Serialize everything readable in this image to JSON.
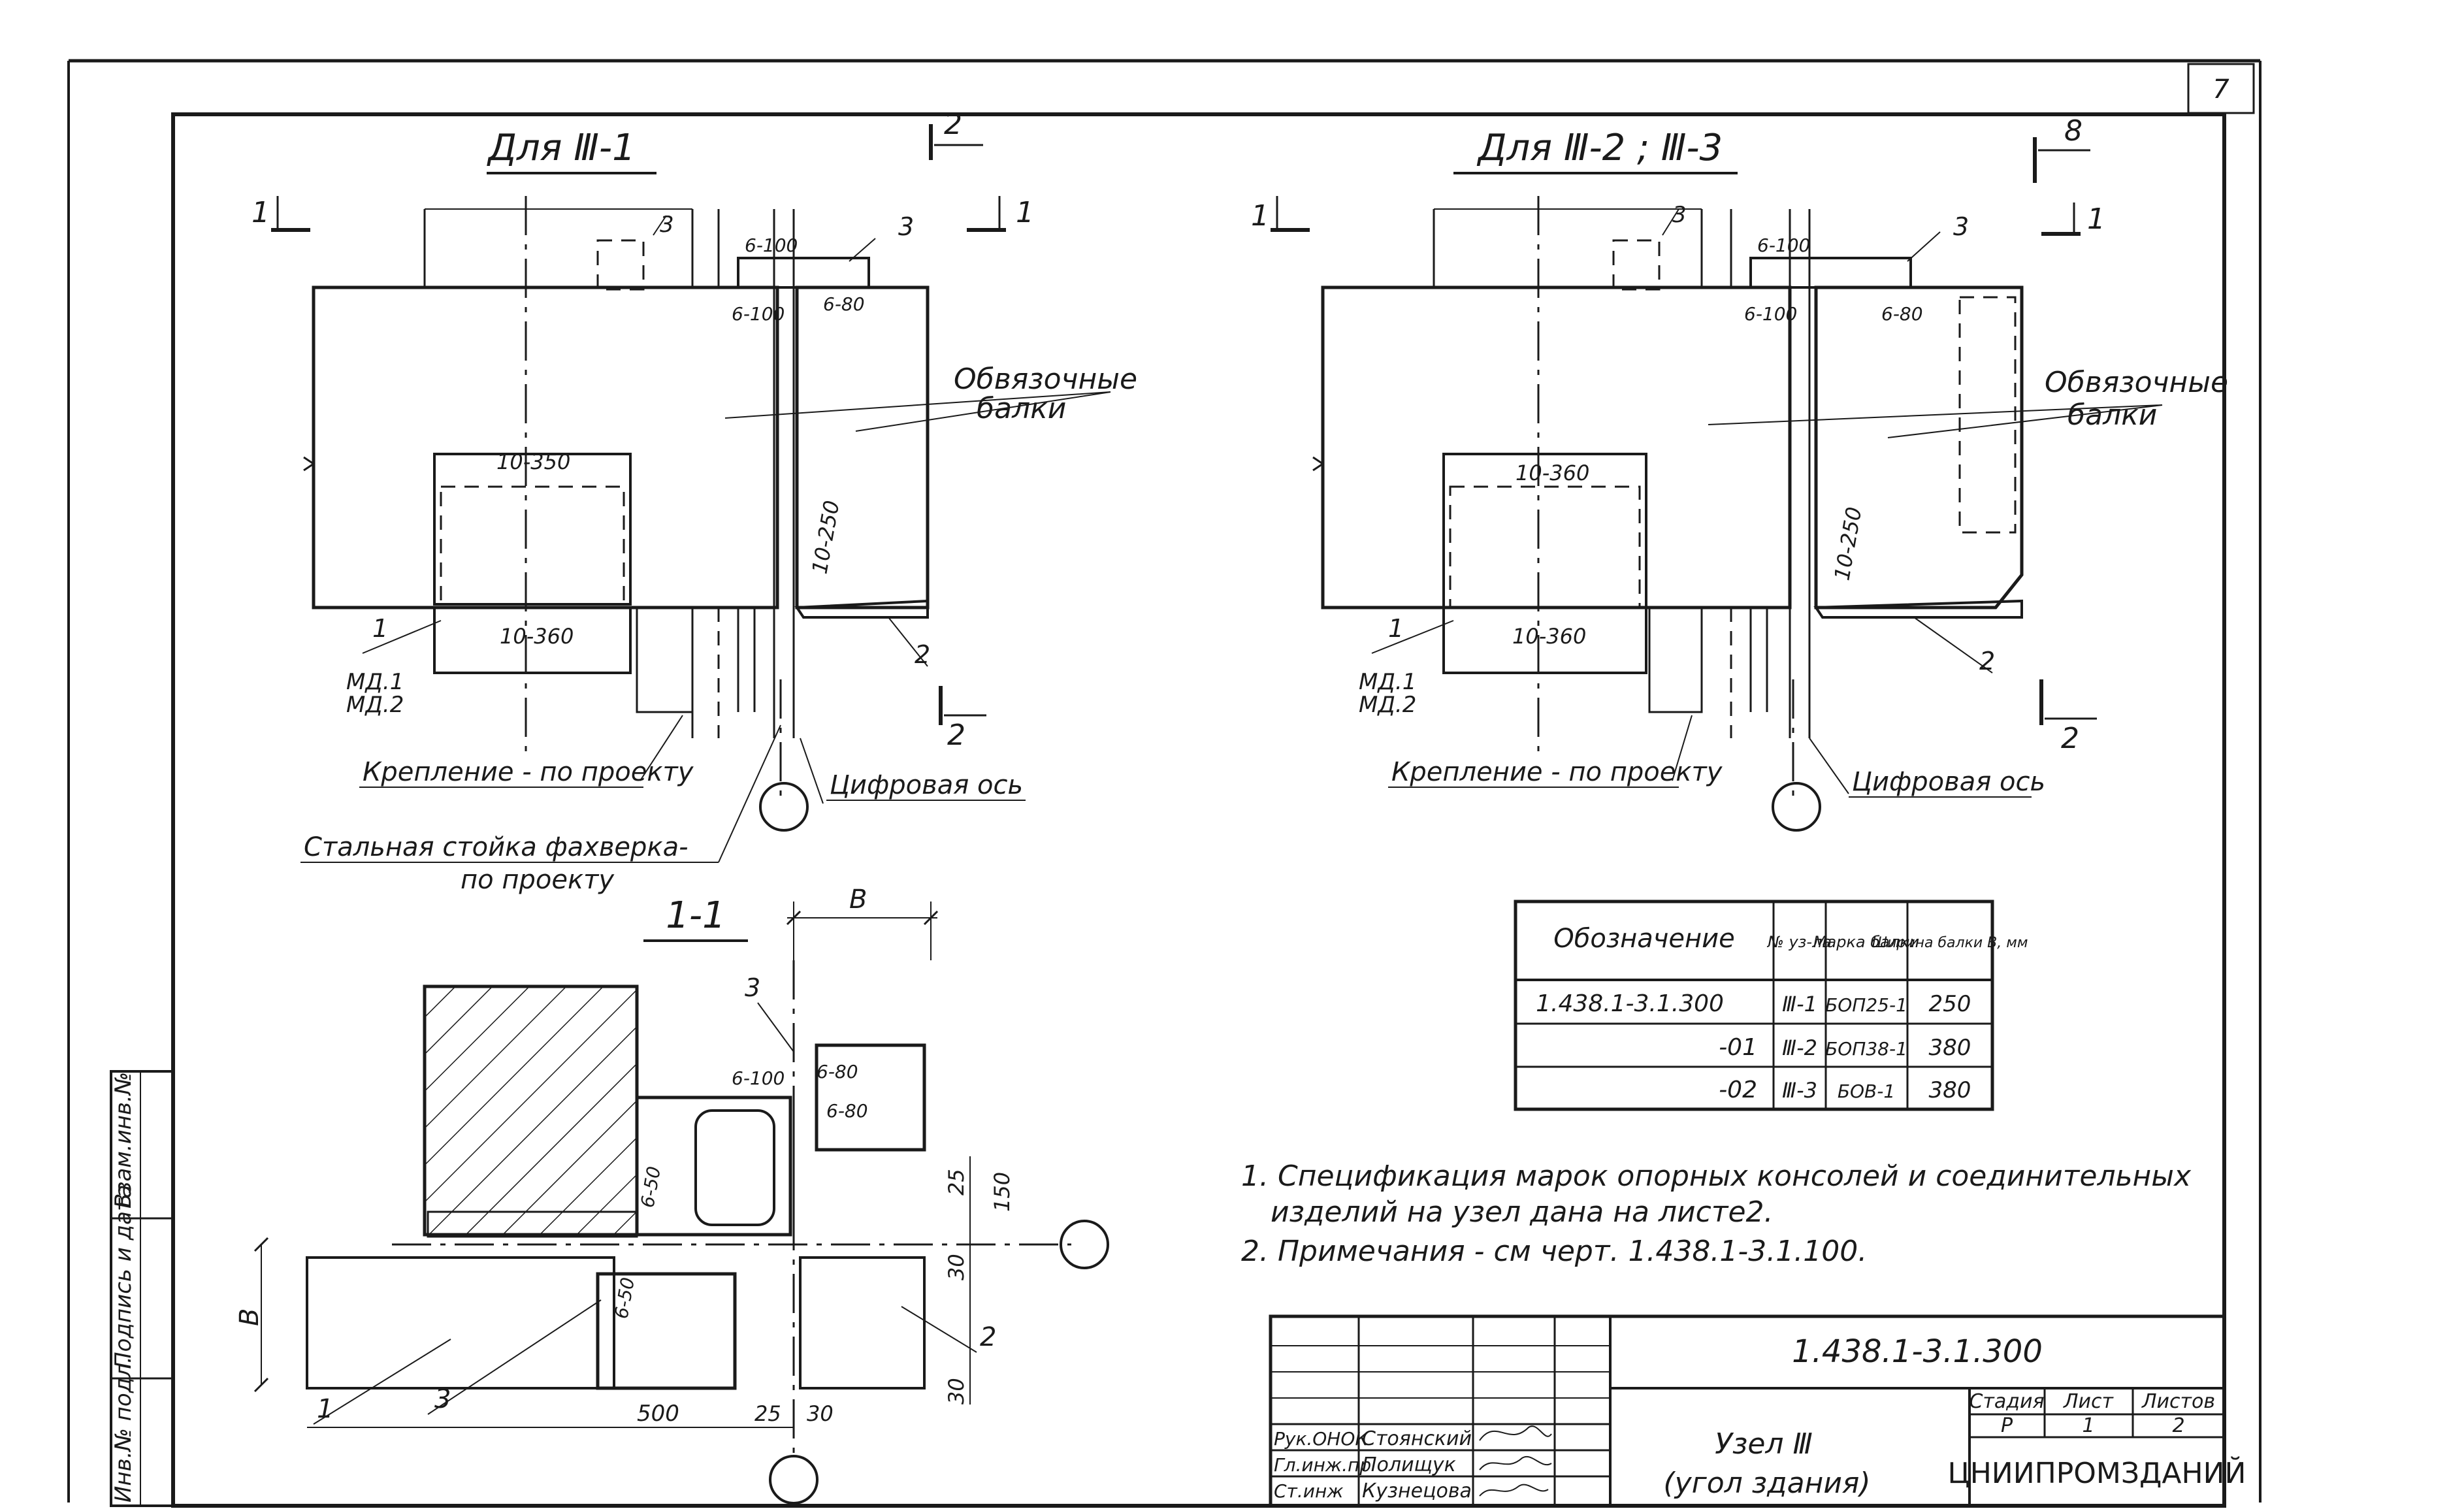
{
  "sheet_number": "7",
  "views": {
    "left_title": "Для Ⅲ-1",
    "right_title": "Для Ⅲ-2 ; Ⅲ-3",
    "section_title": "1-1"
  },
  "cut_marks": {
    "one": "1",
    "two": "2",
    "right_top": "8"
  },
  "left_view": {
    "pos1": "1",
    "pos2": "2",
    "pos3a": "3",
    "pos3b": "3",
    "dim_6_100_top": "6-100",
    "dim_6_100_low": "6-100",
    "dim_6_80": "6-80",
    "dim_10_350": "10-350",
    "dim_10_360": "10-360",
    "dim_10_250": "10-250",
    "md1": "МД.1",
    "md2": "МД.2",
    "beams_label_1": "Обвязочные",
    "beams_label_2": "балки",
    "fastening": "Крепление - по проекту",
    "axis_label": "Цифровая ось",
    "post_label_1": "Стальная стойка фахверка-",
    "post_label_2": "по проекту"
  },
  "right_view": {
    "pos1": "1",
    "pos2": "2",
    "pos3a": "3",
    "pos3b": "3",
    "dim_6_100_top": "6-100",
    "dim_6_100_low": "6-100",
    "dim_6_80": "6-80",
    "dim_10_360_top": "10-360",
    "dim_10_360": "10-360",
    "dim_10_250": "10-250",
    "md1": "МД.1",
    "md2": "МД.2",
    "beams_label_1": "Обвязочные",
    "beams_label_2": "балки",
    "fastening": "Крепление - по проекту",
    "axis_label": "Цифровая ось"
  },
  "section": {
    "dim_B_top": "В",
    "dim_B_left": "В",
    "pos3_top": "3",
    "pos3_bottom": "3",
    "pos1": "1",
    "pos2": "2",
    "dim_6_100": "6-100",
    "dim_6_80a": "6-80",
    "dim_6_80b": "6-80",
    "dim_6_50": "6-50",
    "dim_6_50b": "6-50",
    "dim_25": "25",
    "dim_150": "150",
    "dim_30a": "30",
    "dim_30b": "30",
    "dim_500": "500",
    "dim_25b": "25",
    "dim_30c": "30"
  },
  "spec_table": {
    "headers": [
      "Обозначение",
      "№ уз-ла",
      "Марка балки",
      "Ширина балки В, мм"
    ],
    "rows": [
      [
        "1.438.1-3.1.300",
        "Ⅲ-1",
        "БОП25-1",
        "250"
      ],
      [
        "-01",
        "Ⅲ-2",
        "БОП38-1",
        "380"
      ],
      [
        "-02",
        "Ⅲ-3",
        "БОВ-1",
        "380"
      ]
    ]
  },
  "notes": [
    "1. Спецификация марок опорных консолей и соединительных",
    "изделий на узел дана на листе2.",
    "2. Примечания - см черт. 1.438.1-3.1.100."
  ],
  "side_stamp": [
    "Инв.№ подл.",
    "Подпись и дата",
    "Взам.инв.№"
  ],
  "title_block": {
    "code": "1.438.1-3.1.300",
    "name_1": "Узел Ⅲ",
    "name_2": "(угол здания)",
    "stage_h": "Стадия",
    "sheet_h": "Лист",
    "sheets_h": "Листов",
    "stage": "Р",
    "sheet": "1",
    "sheets": "2",
    "org": "ЦНИИПРОМЗДАНИЙ",
    "roles": [
      "Рук.ОНОК",
      "Гл.инж.пр",
      "Ст.инж"
    ],
    "people": [
      "Стоянский",
      "Полищук",
      "Кузнецова"
    ]
  }
}
